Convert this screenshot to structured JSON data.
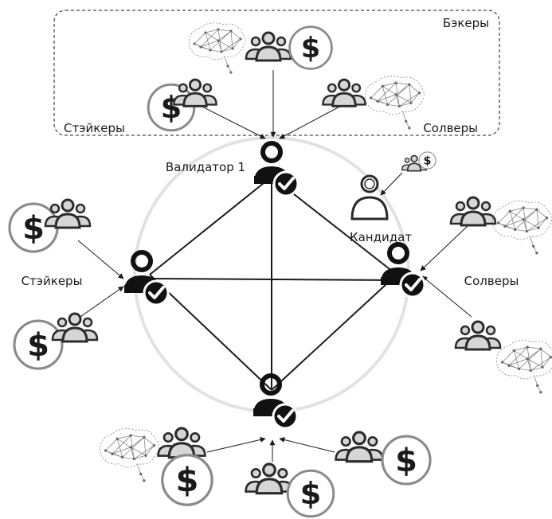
{
  "labels": {
    "backers": "Бэкеры",
    "stakers_top": "Стэйкеры",
    "solvers_top": "Солверы",
    "validator_1": "Валидатор 1",
    "candidate": "Кандидат",
    "stakers_left": "Стэйкеры",
    "solvers_right": "Солверы"
  },
  "icons": {
    "validator": "validator-person-check-icon",
    "group": "people-group-icon",
    "coin": "dollar-coin-icon",
    "network": "neural-network-brain-icon",
    "candidate": "candidate-person-icon"
  },
  "colors": {
    "line": "#1a1a1a",
    "circle": "#e0e0e0",
    "icon_fill": "#d6d6d6",
    "icon_stroke": "#2b2b2b",
    "network": "#8a8a8a"
  }
}
